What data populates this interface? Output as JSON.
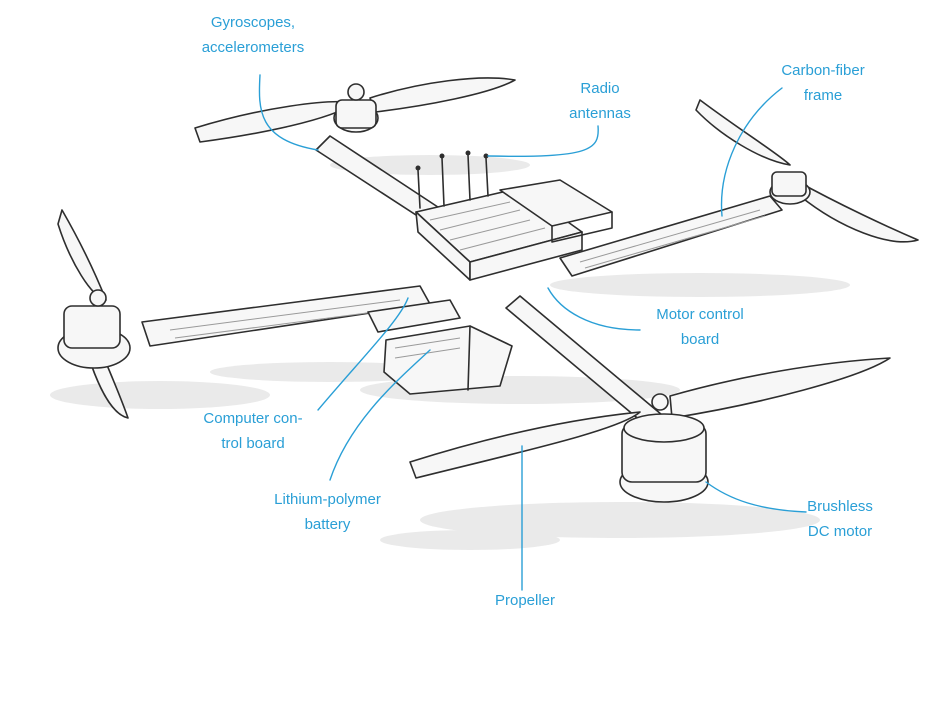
{
  "labels": {
    "gyro": [
      "Gyroscopes,",
      "accelerometers"
    ],
    "radio": [
      "Radio",
      "antennas"
    ],
    "carbon": [
      "Carbon-fiber",
      "frame"
    ],
    "motor_control": [
      "Motor control",
      "board"
    ],
    "computer": [
      "Computer con-",
      "trol board"
    ],
    "battery": [
      "Lithium-polymer",
      "battery"
    ],
    "brushless": [
      "Brushless",
      "DC motor"
    ],
    "propeller": [
      "Propeller"
    ]
  },
  "colors": {
    "callout": "#2a9fd6",
    "sketch": "#2e2e2e"
  }
}
